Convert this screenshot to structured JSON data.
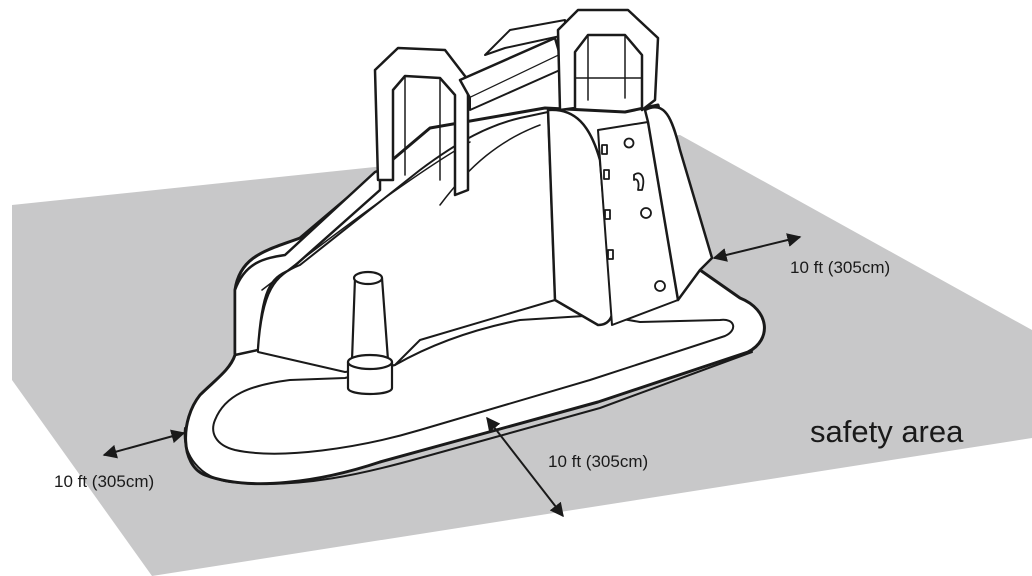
{
  "labels": {
    "safety_area": "safety area",
    "clearance_right": "10 ft (305cm)",
    "clearance_front": "10 ft (305cm)",
    "clearance_left": "10 ft (305cm)"
  },
  "colors": {
    "safety_area_fill": "#c8c8c9",
    "outline": "#1a1a1a",
    "slide_fill": "#ffffff"
  }
}
